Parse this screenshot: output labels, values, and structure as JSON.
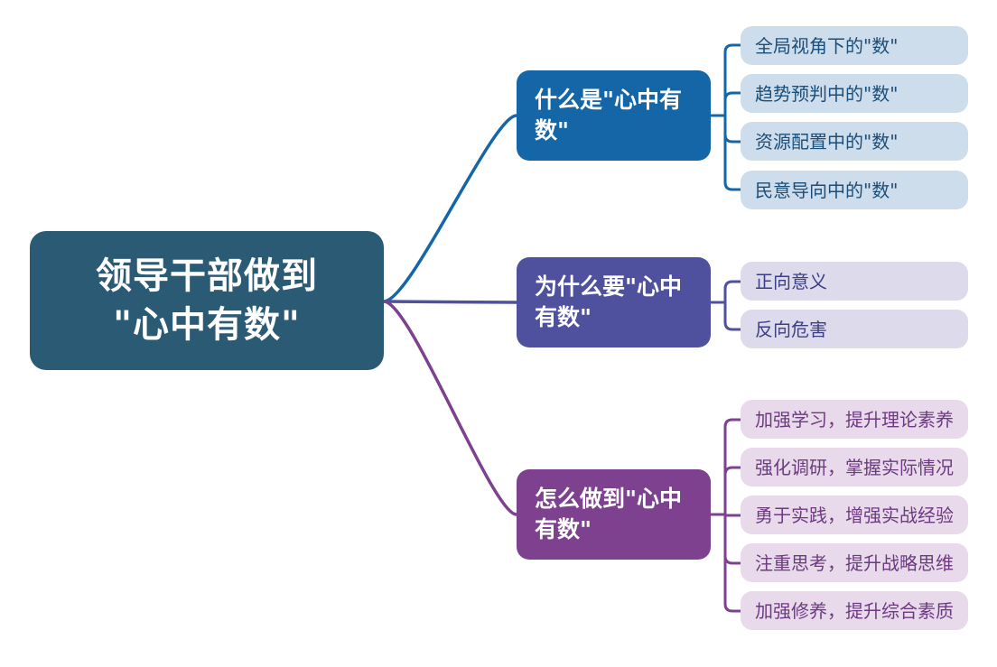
{
  "diagram": {
    "type": "mindmap",
    "root": {
      "label": "领导干部做到\n\"心中有数\"",
      "bg_color": "#2b5a75",
      "text_color": "#ffffff"
    },
    "branches": [
      {
        "label": "什么是\"心中有数\"",
        "bg_color": "#1566a7",
        "text_color": "#ffffff",
        "leaf_bg_color": "#cdddec",
        "leaf_text_color": "#1b4e79",
        "connector_color": "#1566a7",
        "leaves": [
          "全局视角下的\"数\"",
          "趋势预判中的\"数\"",
          "资源配置中的\"数\"",
          "民意导向中的\"数\""
        ]
      },
      {
        "label": "为什么要\"心中有数\"",
        "bg_color": "#4f519e",
        "text_color": "#ffffff",
        "leaf_bg_color": "#dcdaeb",
        "leaf_text_color": "#3c3f85",
        "connector_color": "#4f519e",
        "leaves": [
          "正向意义",
          "反向危害"
        ]
      },
      {
        "label": "怎么做到\"心中有数\"",
        "bg_color": "#7d4190",
        "text_color": "#ffffff",
        "leaf_bg_color": "#e8daeb",
        "leaf_text_color": "#6d3a80",
        "connector_color": "#7d4190",
        "leaves": [
          "加强学习，提升理论素养",
          "强化调研，掌握实际情况",
          "勇于实践，增强实战经验",
          "注重思考，提升战略思维",
          "加强修养，提升综合素质"
        ]
      }
    ]
  }
}
